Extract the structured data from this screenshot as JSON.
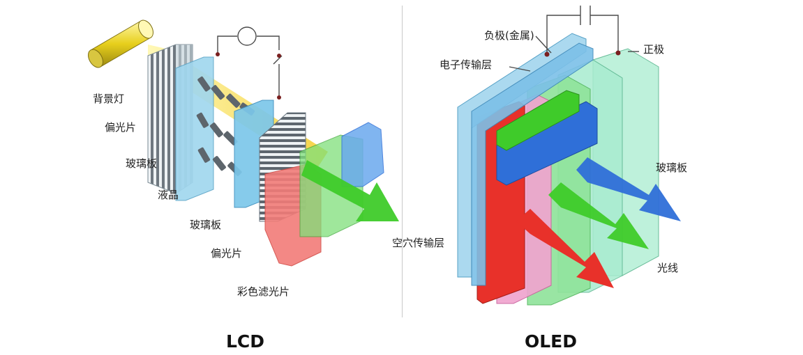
{
  "lcd": {
    "title": "LCD",
    "labels": {
      "backlight": "背景灯",
      "polarizer_1": "偏光片",
      "glass_1": "玻璃板",
      "liquid_crystal": "液晶",
      "glass_2": "玻璃板",
      "polarizer_2": "偏光片",
      "color_filter": "彩色滤光片"
    }
  },
  "oled": {
    "title": "OLED",
    "labels": {
      "cathode": "负极(金属)",
      "electron_transport": "电子传输层",
      "anode": "正极",
      "glass": "玻璃板",
      "hole_transport": "空穴传输层",
      "light": "光线"
    }
  },
  "colors": {
    "red": "#e8312a",
    "green": "#4bcf2a",
    "blue": "#2f6fd8",
    "yellow": "#f2dc2e",
    "glass": "#8fd0ea",
    "lead": "#7a1f1f"
  }
}
